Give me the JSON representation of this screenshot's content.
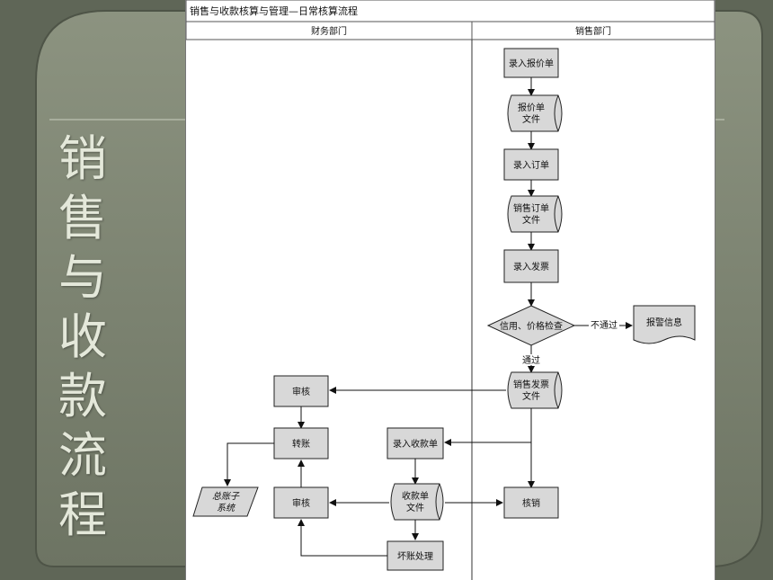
{
  "slide": {
    "side_title": [
      "销",
      "售",
      "与",
      "收",
      "款",
      "流",
      "程"
    ]
  },
  "diagram": {
    "title": "销售与收款核算与管理—日常核算流程",
    "lanes": {
      "finance": "财务部门",
      "sales": "销售部门"
    },
    "nodes": {
      "enter_quote": "录入报价单",
      "quote_doc_1": "报价单",
      "quote_doc_2": "文件",
      "enter_order": "录入订单",
      "order_doc_1": "销售订单",
      "order_doc_2": "文件",
      "enter_invoice": "录入发票",
      "check": "信用、价格检查",
      "reject": "不通过",
      "alert": "报警信息",
      "pass": "通过",
      "invoice_doc_1": "销售发票",
      "invoice_doc_2": "文件",
      "audit_top": "审核",
      "transfer": "转账",
      "enter_receipt": "录入收款单",
      "ledger_1": "总账子",
      "ledger_2": "系统",
      "audit_bottom": "审核",
      "receipt_doc_1": "收款单",
      "receipt_doc_2": "文件",
      "writeoff": "核销",
      "bad_debt": "坏账处理"
    }
  }
}
